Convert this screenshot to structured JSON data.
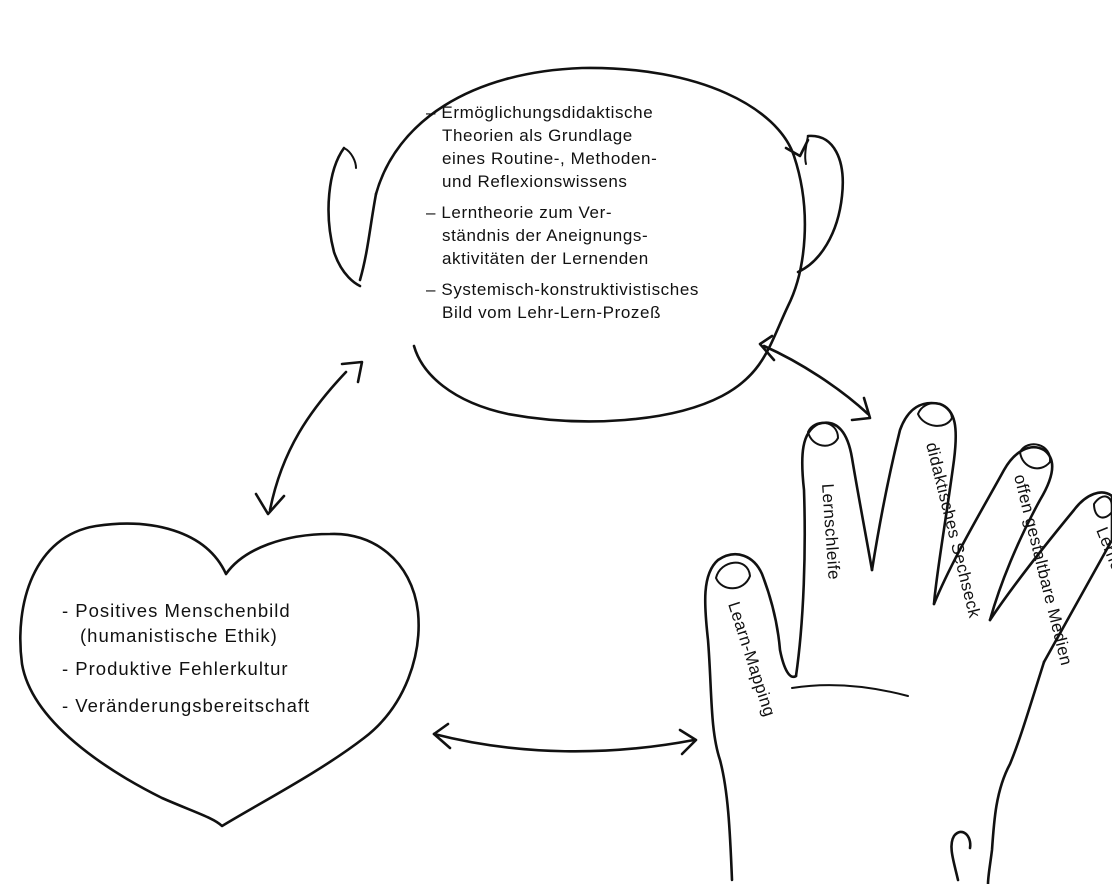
{
  "head": {
    "items": [
      {
        "lines": [
          "– Ermöglichungsdidaktische",
          "Theorien als Grundlage",
          "eines Routine-, Methoden-",
          "und Reflexionswissens"
        ]
      },
      {
        "lines": [
          "– Lerntheorie zum Ver-",
          "ständnis der Aneignungs-",
          "aktivitäten der Lernenden"
        ]
      },
      {
        "lines": [
          "– Systemisch-konstruktivistisches",
          "Bild vom Lehr-Lern-Prozeß"
        ]
      }
    ]
  },
  "heart": {
    "items": [
      {
        "lines": [
          "- Positives Menschenbild",
          "(humanistische Ethik)"
        ]
      },
      {
        "lines": [
          "- Produktive Fehlerkultur"
        ]
      },
      {
        "lines": [
          "- Veränderungsbereitschaft"
        ]
      }
    ]
  },
  "hand": {
    "fingers": [
      "Learn-Mapping",
      "Lernschleife",
      "didaktisches Sechseck",
      "offen gestaltbare Medien",
      "Lernermethoden"
    ]
  }
}
